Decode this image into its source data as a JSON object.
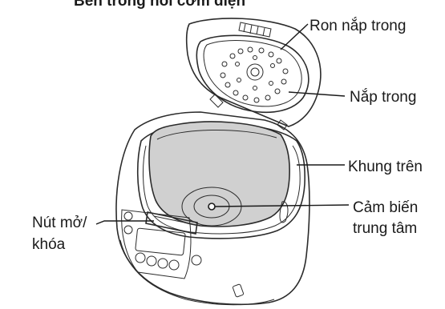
{
  "title": "Bên trong nồi cơm điện",
  "labels": {
    "ron_nap_trong": "Ron nắp trong",
    "nap_trong": "Nắp trong",
    "khung_tren": "Khung trên",
    "cam_bien_line1": "Cảm biến",
    "cam_bien_line2": "trung tâm",
    "nut_line1": "Nút mở/",
    "nut_line2": "khóa"
  },
  "colors": {
    "outline": "#2b2b2b",
    "inner_pot_fill": "#d0d0d0",
    "body_fill": "#ffffff"
  }
}
